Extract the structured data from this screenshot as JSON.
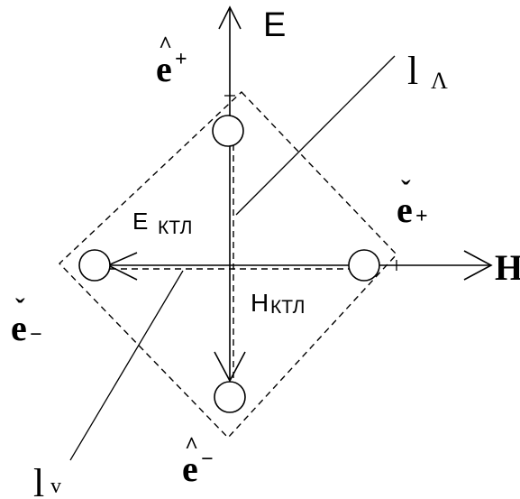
{
  "labels": {
    "e_axis": "E",
    "h_axis": "H",
    "e_ktl_base": "E",
    "e_ktl_sub": "КТЛ",
    "h_ktl_base": "H",
    "h_ktl_sub": "КТЛ",
    "l_lambda_base": "l",
    "l_lambda_sub": "Λ",
    "l_v_base": "l",
    "l_v_sub": "v",
    "e_plus_top_base": "e",
    "e_plus_top_accent": "^",
    "e_plus_top_sup": "+",
    "e_plus_right_base": "e",
    "e_plus_right_accent": "ˇ",
    "e_plus_right_sub": "+",
    "e_minus_left_base": "e",
    "e_minus_left_accent": "ˇ",
    "e_minus_left_sub": "−",
    "e_minus_bottom_base": "e",
    "e_minus_bottom_accent": "^",
    "e_minus_bottom_sup": "−"
  },
  "colors": {
    "ink": "#000000",
    "background": "#ffffff"
  }
}
